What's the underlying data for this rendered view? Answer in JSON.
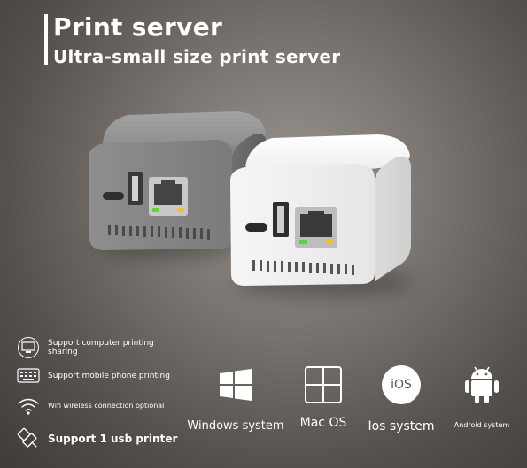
{
  "header": {
    "title": "Print server",
    "subtitle": "Ultra-small size print server"
  },
  "features": [
    {
      "icon": "monitor-icon",
      "label": "Support computer printing sharing"
    },
    {
      "icon": "keyboard-icon",
      "label": "Support mobile phone printing"
    },
    {
      "icon": "wifi-icon",
      "label": "Wifi wireless connection optional"
    },
    {
      "icon": "usb-plug-icon",
      "label": "Support 1 usb printer"
    }
  ],
  "systems": [
    {
      "icon": "windows-icon",
      "label": "Windows system"
    },
    {
      "icon": "mac-grid-icon",
      "label": "Mac OS"
    },
    {
      "icon": "ios-icon",
      "label": "Ios system",
      "badge": "iOS"
    },
    {
      "icon": "android-icon",
      "label": "Android system"
    }
  ],
  "colors": {
    "gray_device": "#8c8c8c",
    "white_device": "#f4f4f4",
    "led_green": "#5fd13a",
    "led_yellow": "#f2c230"
  }
}
